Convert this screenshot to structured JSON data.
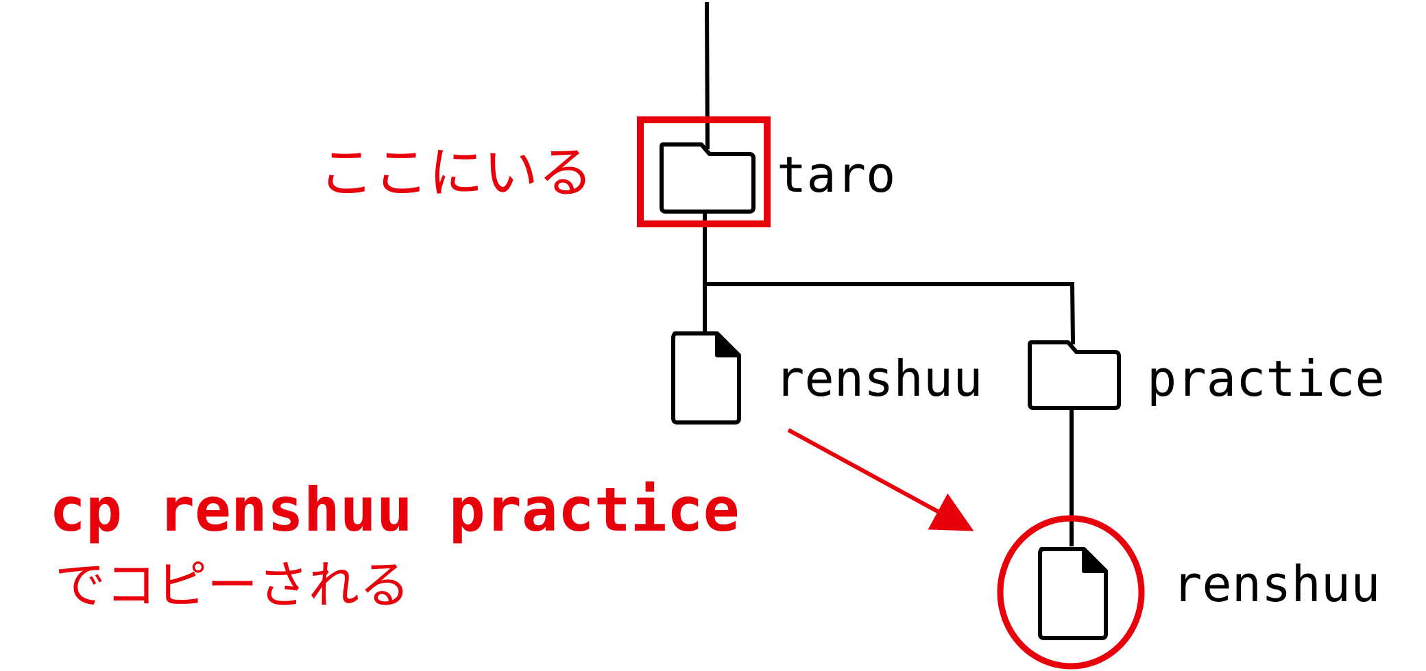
{
  "tree": {
    "root_folder": {
      "name": "taro",
      "icon": "folder-icon"
    },
    "children": [
      {
        "name": "renshuu",
        "icon": "file-icon"
      },
      {
        "name": "practice",
        "icon": "folder-icon"
      }
    ],
    "copied_file": {
      "name": "renshuu",
      "icon": "file-icon"
    }
  },
  "annotations": {
    "current_location": "ここにいる",
    "command": "cp renshuu practice",
    "command_result": "でコピーされる"
  },
  "colors": {
    "highlight": "#e8000b",
    "line": "#000000",
    "text": "#000000"
  }
}
